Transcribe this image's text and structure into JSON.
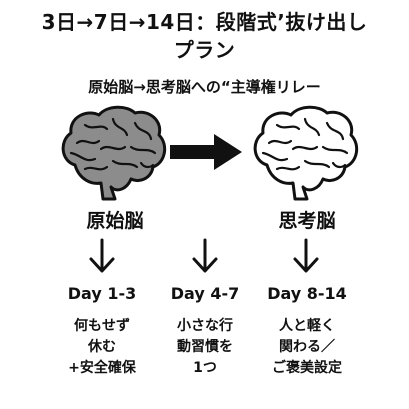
{
  "title": {
    "line1": "3日→7日→14日：段階式’抜け出し",
    "line2": "プラン"
  },
  "subtitle": "原始脳→思考脳への“主導権リレー",
  "brains": {
    "left_label": "原始脳",
    "right_label": "思考脳",
    "left_fill": "#8c8c8c",
    "right_fill": "#ffffff",
    "arrow_icon": "right-arrow"
  },
  "steps": [
    {
      "day": "Day 1-3",
      "lines": [
        "何もせず",
        "休む",
        "+安全確保"
      ]
    },
    {
      "day": "Day 4-7",
      "lines": [
        "小さな行",
        "動習慣を",
        "1つ"
      ]
    },
    {
      "day": "Day 8-14",
      "lines": [
        "人と軽く",
        "関わる／",
        "ご褒美設定"
      ]
    }
  ]
}
